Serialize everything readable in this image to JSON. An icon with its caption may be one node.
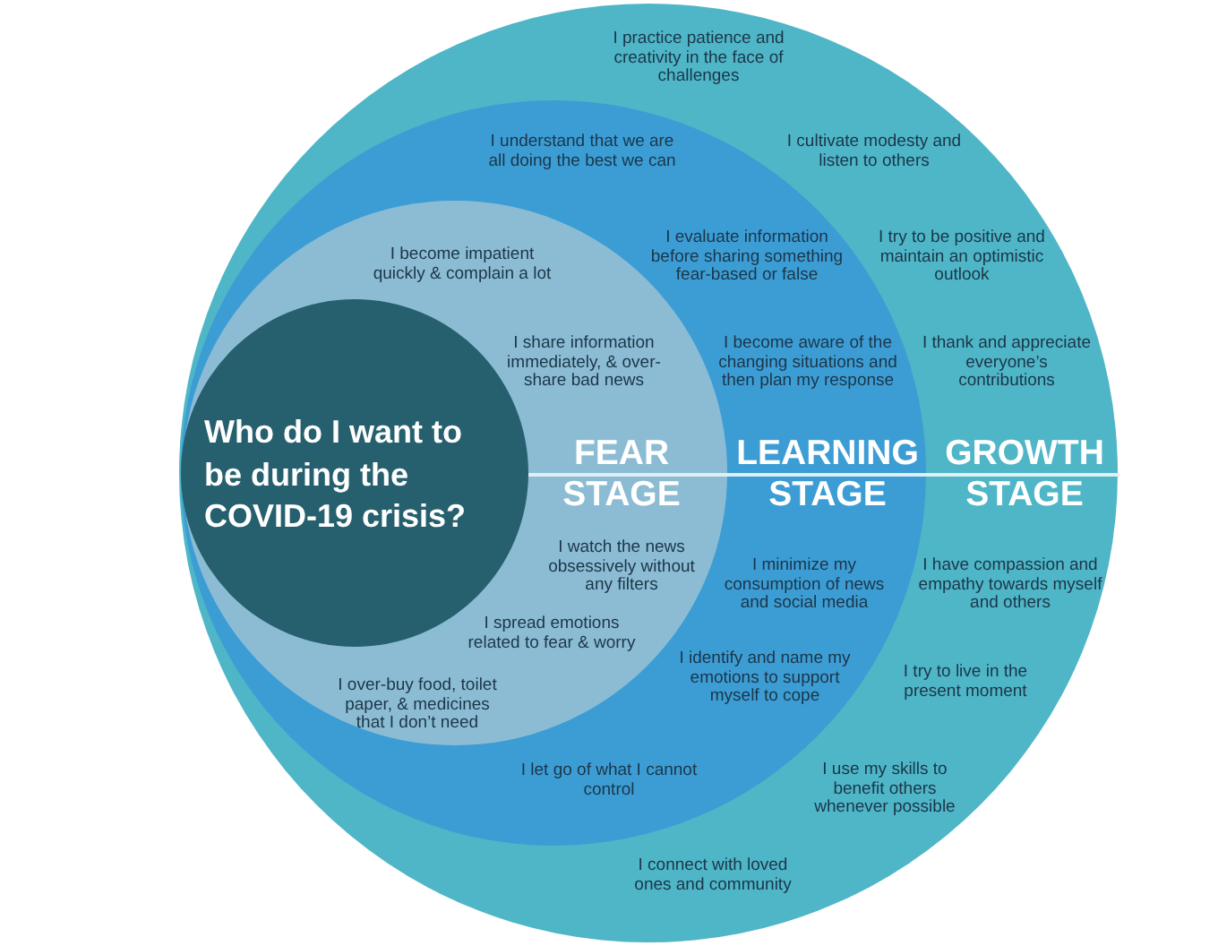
{
  "diagram": {
    "nodes": [
      {
        "text": [
          "GROWTH STAGE",
          "I practice patience and creativity in the face of challenges",
          "I cultivate modesty and listen to others",
          "I try to be positive and maintain an optimistic outlook",
          "I thank and appreciate everyone’s contributions",
          "I have compassion and empathy towards myself and others",
          "I try to live in the present moment",
          "I use my skills to benefit others whenever possible",
          "I connect with loved ones and community"
        ]
      },
      {
        "text": [
          "LEARNING STAGE",
          "I understand that we are all doing the best we can",
          "I evaluate information before sharing something fear-based or false",
          "I become aware of the changing situations and then plan my response",
          "I minimize my consumption of news and social media",
          "I identify and name my emotions to support myself to cope",
          "I let go of what I cannot control"
        ],
        "in": 0
      },
      {
        "text": [
          "FEAR STAGE",
          "I become impatient quickly & complain a lot",
          "I share information immediately, & over-share bad news",
          "I watch the news obsessively without any filters",
          "I spread emotions related to fear & worry",
          "I over-buy food, toilet paper, & medicines that I don’t need"
        ],
        "in": 1
      },
      {
        "text": [
          "Who do I want to be during the COVID-19 crisis?"
        ],
        "in": 2
      }
    ]
  }
}
